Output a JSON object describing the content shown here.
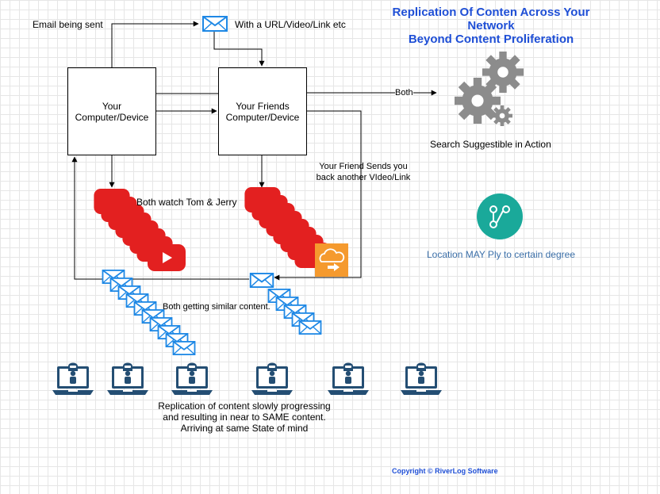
{
  "title": {
    "line1": "Replication Of Conten Across Your",
    "line2": "Network",
    "line3": "Beyond Content Proliferation"
  },
  "labels": {
    "email_sent": "Email being sent",
    "with_url": "With a URL/Video/Link etc",
    "both_edge": "Both",
    "search_suggestible": "Search Suggestible in Action",
    "friend_sends_1": "Your Friend Sends you",
    "friend_sends_2": "back another VIdeo/Link",
    "both_watch": "Both watch Tom & Jerry",
    "location": "Location MAY Ply to certain degree",
    "similar_content": "Both getting similar content.",
    "replication_1": "Replication of content slowly progressing",
    "replication_2": "and resulting in near to SAME content.",
    "replication_3": "Arriving at same State of mind"
  },
  "boxes": {
    "your_device_1": "Your",
    "your_device_2": "Computer/Device",
    "friend_device_1": "Your Friends",
    "friend_device_2": "Computer/Device"
  },
  "copyright": "Copyright © RiverLog Software",
  "colors": {
    "title": "#1f4fd6",
    "email": "#1e88e5",
    "youtube": "#e32020",
    "teal": "#1aa99a",
    "orange": "#f59a2e",
    "gear": "#8c8c8c",
    "laptop": "#244e73"
  },
  "icons": {
    "email": "email-icon",
    "youtube": "youtube-play-icon",
    "gears": "gears-icon",
    "share": "share-nodes-icon",
    "cloud": "cloud-upload-icon",
    "users": "laptop-user-icon"
  }
}
